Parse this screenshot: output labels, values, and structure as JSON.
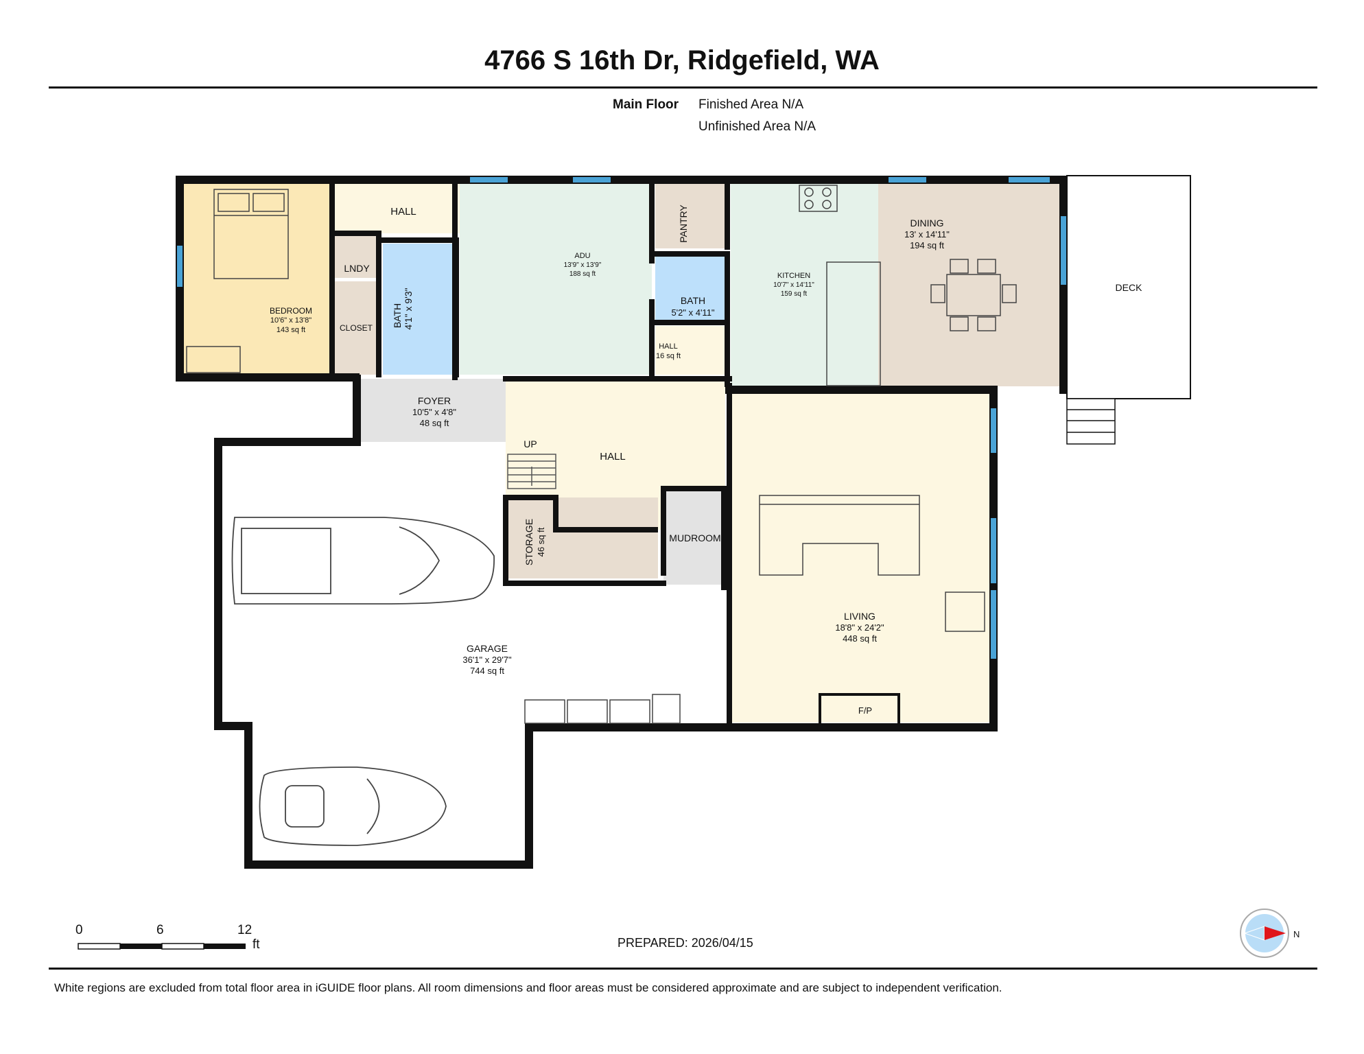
{
  "header": {
    "title": "4766 S 16th Dr, Ridgefield, WA",
    "floor_name": "Main Floor",
    "finished_area": "Finished Area N/A",
    "unfinished_area": "Unfinished Area N/A"
  },
  "rooms": {
    "bedroom": {
      "name": "BEDROOM",
      "dims": "10'6\" x 13'8\"",
      "area": "143 sq ft"
    },
    "hall_top": {
      "name": "HALL"
    },
    "lndy": {
      "name": "LNDY"
    },
    "closet": {
      "name": "CLOSET"
    },
    "bath_left": {
      "name": "BATH",
      "dims": "4'1\" x 9'3\""
    },
    "adu": {
      "name": "ADU",
      "dims": "13'9\" x 13'9\"",
      "area": "188 sq ft"
    },
    "pantry": {
      "name": "PANTRY"
    },
    "bath_mid": {
      "name": "BATH",
      "dims": "5'2\" x 4'11\""
    },
    "hall_small": {
      "name": "HALL",
      "area": "16 sq ft"
    },
    "kitchen": {
      "name": "KITCHEN",
      "dims": "10'7\" x 14'11\"",
      "area": "159 sq ft"
    },
    "dining": {
      "name": "DINING",
      "dims": "13' x 14'11\"",
      "area": "194 sq ft"
    },
    "deck": {
      "name": "DECK"
    },
    "foyer": {
      "name": "FOYER",
      "dims": "10'5\" x 4'8\"",
      "area": "48 sq ft"
    },
    "hall_center": {
      "name": "HALL"
    },
    "up": {
      "name": "UP"
    },
    "storage": {
      "name": "STORAGE",
      "area": "46 sq ft"
    },
    "mudroom": {
      "name": "MUDROOM"
    },
    "living": {
      "name": "LIVING",
      "dims": "18'8\" x 24'2\"",
      "area": "448 sq ft"
    },
    "fp": {
      "name": "F/P"
    },
    "garage": {
      "name": "GARAGE",
      "dims": "36'1\" x 29'7\"",
      "area": "744 sq ft"
    }
  },
  "scale": {
    "ticks": [
      "0",
      "6",
      "12"
    ],
    "unit": "ft"
  },
  "compass": {
    "label": "N"
  },
  "footer": {
    "prepared": "PREPARED: 2026/04/15",
    "disclaimer": "White regions are excluded from total floor area in iGUIDE floor plans. All room dimensions and floor areas must be considered approximate and are subject to independent verification."
  },
  "colors": {
    "bedroom": "#fbe8b6",
    "hall": "#fdf7e1",
    "bath": "#bde0fb",
    "adu": "#e5f2ea",
    "closet": "#e8ddd0",
    "foyer": "#e3e3e3",
    "dining": "#e8ddd0",
    "wall": "#111111",
    "window": "#4aa3d6",
    "compass_arrow": "#e0161b",
    "compass_fill": "#b9ddf7"
  }
}
